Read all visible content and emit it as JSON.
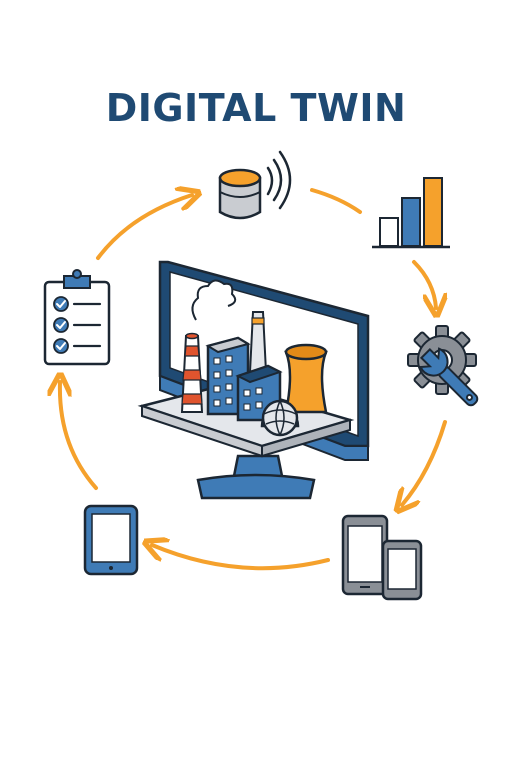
{
  "title": "DIGITAL TWIN",
  "colors": {
    "navy": "#1f4a73",
    "blue": "#3f7bb6",
    "orange": "#f5a12c",
    "gray": "#8a8f96",
    "outline": "#1c2733"
  },
  "cycle": {
    "nodes": [
      {
        "id": "data-storage",
        "icon": "database-signal-icon"
      },
      {
        "id": "analytics",
        "icon": "bar-chart-icon"
      },
      {
        "id": "maintenance",
        "icon": "gear-wrench-icon"
      },
      {
        "id": "mobile-devices",
        "icon": "phone-tablet-icon"
      },
      {
        "id": "tablet",
        "icon": "tablet-icon"
      },
      {
        "id": "checklist",
        "icon": "clipboard-checklist-icon"
      }
    ],
    "direction": "clockwise"
  },
  "center": {
    "icon": "monitor-factory-icon"
  }
}
